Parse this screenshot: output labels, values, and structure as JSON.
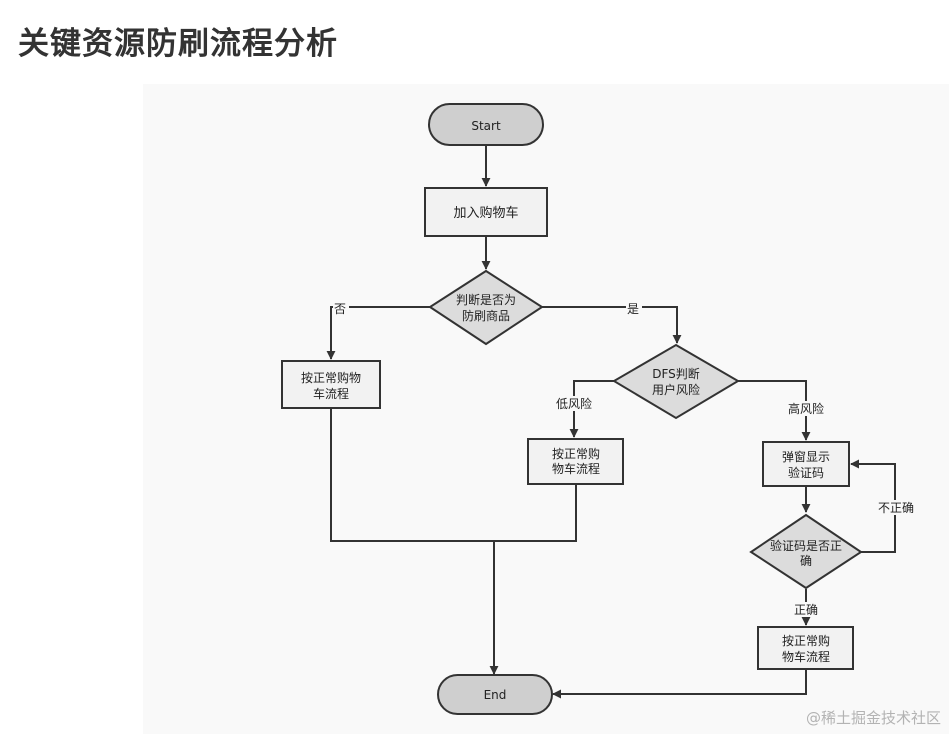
{
  "page": {
    "title": "关键资源防刷流程分析",
    "watermark": "@稀土掘金技术社区"
  },
  "colors": {
    "terminal_fill": "#cfcfcf",
    "decision_fill": "#dcdcdc",
    "process_fill": "#f2f2f2",
    "line": "#333333"
  },
  "flowchart": {
    "nodes": {
      "start": "Start",
      "add_to_cart": "加入购物车",
      "check_protected": [
        "判断是否为",
        "防刷商品"
      ],
      "normal_cart_1": [
        "按正常购物",
        "车流程"
      ],
      "dfs_risk": [
        "DFS判断",
        "用户风险"
      ],
      "normal_cart_2": [
        "按正常购",
        "物车流程"
      ],
      "show_captcha": [
        "弹窗显示",
        "验证码"
      ],
      "captcha_check": [
        "验证码是否正",
        "确"
      ],
      "normal_cart_3": [
        "按正常购",
        "物车流程"
      ],
      "end": "End"
    },
    "edge_labels": {
      "no": "否",
      "yes": "是",
      "low_risk": "低风险",
      "high_risk": "高风险",
      "incorrect": "不正确",
      "correct": "正确"
    }
  }
}
